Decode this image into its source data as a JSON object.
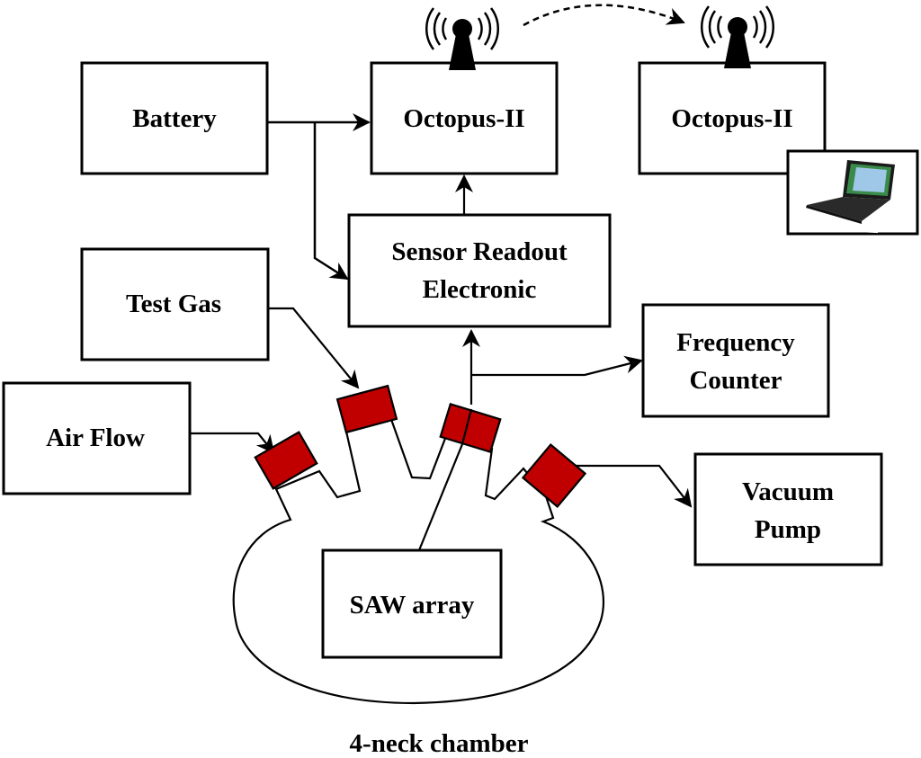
{
  "diagram": {
    "colors": {
      "line": "#000000",
      "flange": "#c00000",
      "background": "#ffffff"
    },
    "blocks": {
      "battery": "Battery",
      "octopus_node": "Octopus-II",
      "octopus_base": "Octopus-II",
      "sensor_readout_line1": "Sensor Readout",
      "sensor_readout_line2": "Electronic",
      "test_gas": "Test Gas",
      "air_flow": "Air Flow",
      "frequency_counter_line1": "Frequency",
      "frequency_counter_line2": "Counter",
      "vacuum_pump_line1": "Vacuum",
      "vacuum_pump_line2": "Pump",
      "saw_array": "SAW array"
    },
    "caption": "4-neck chamber",
    "icons": {
      "antenna": "wireless-antenna-icon",
      "laptop": "laptop-icon"
    },
    "connections": [
      {
        "from": "Battery",
        "to": "Octopus-II"
      },
      {
        "from": "Battery",
        "to": "Sensor Readout Electronic"
      },
      {
        "from": "Sensor Readout Electronic",
        "to": "Octopus-II"
      },
      {
        "from": "Octopus-II",
        "to": "Octopus-II (base)",
        "style": "dashed wireless"
      },
      {
        "from": "Test Gas",
        "to": "neck-2"
      },
      {
        "from": "Air Flow",
        "to": "neck-1"
      },
      {
        "from": "SAW array",
        "to": "Sensor Readout Electronic"
      },
      {
        "from": "SAW array",
        "to": "Frequency Counter"
      },
      {
        "from": "neck-4",
        "to": "Vacuum Pump"
      }
    ]
  }
}
